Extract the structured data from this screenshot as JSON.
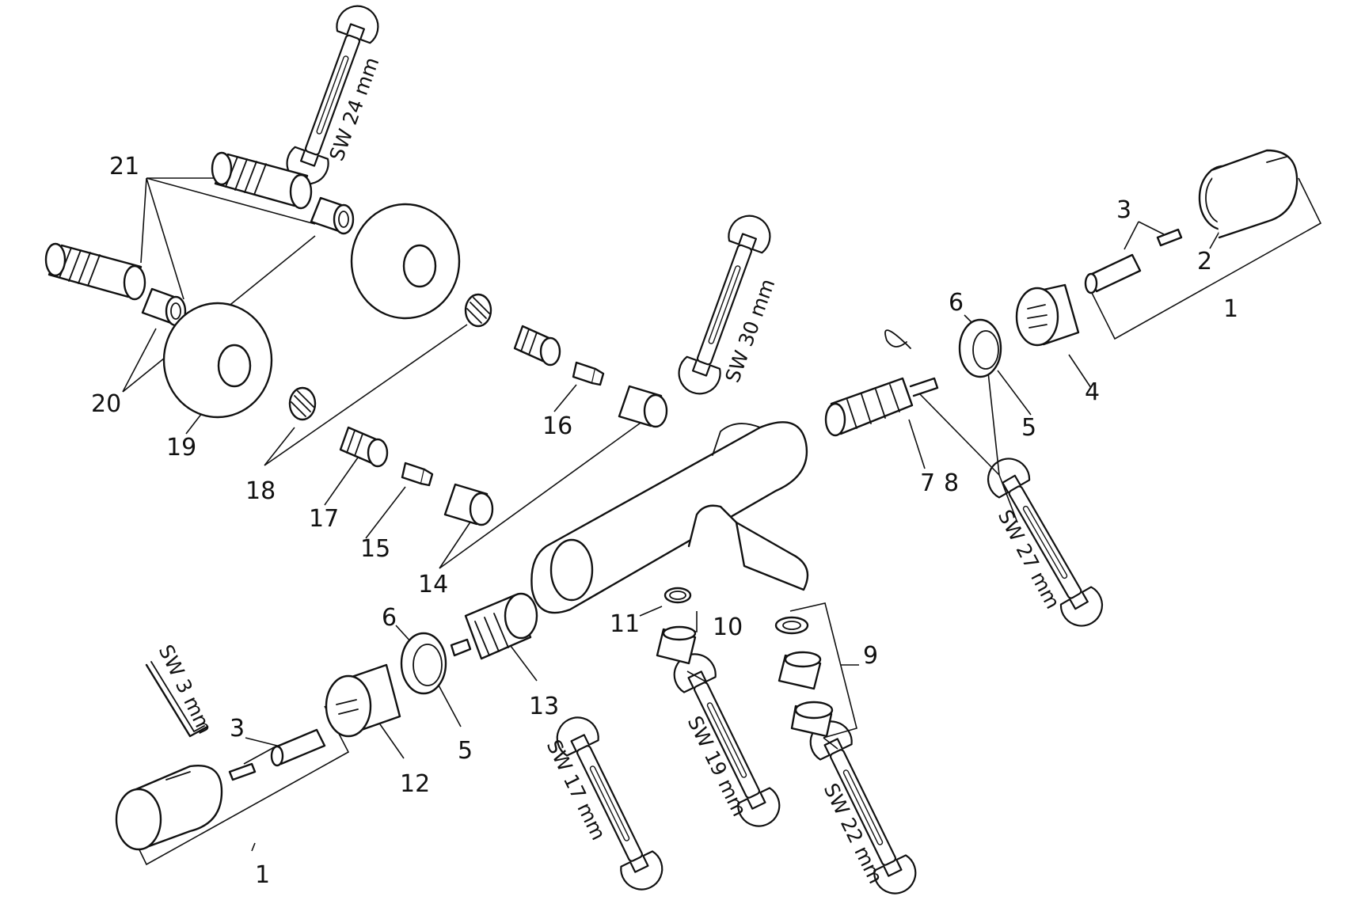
{
  "part_labels": {
    "p1_left": "1",
    "p1_right": "1",
    "p2": "2",
    "p3_left": "3",
    "p3_right": "3",
    "p4": "4",
    "p5_left": "5",
    "p5_right": "5",
    "p6_left": "6",
    "p6_right": "6",
    "p7": "7",
    "p8": "8",
    "p9": "9",
    "p10": "10",
    "p11": "11",
    "p12": "12",
    "p13": "13",
    "p14": "14",
    "p15": "15",
    "p16": "16",
    "p17": "17",
    "p18": "18",
    "p19": "19",
    "p20": "20",
    "p21": "21"
  },
  "tool_labels": {
    "sw24": "SW 24 mm",
    "sw30": "SW 30 mm",
    "sw27": "SW 27 mm",
    "sw3": "SW 3 mm",
    "sw17": "SW 17 mm",
    "sw19": "SW 19 mm",
    "sw22": "SW 22 mm"
  }
}
